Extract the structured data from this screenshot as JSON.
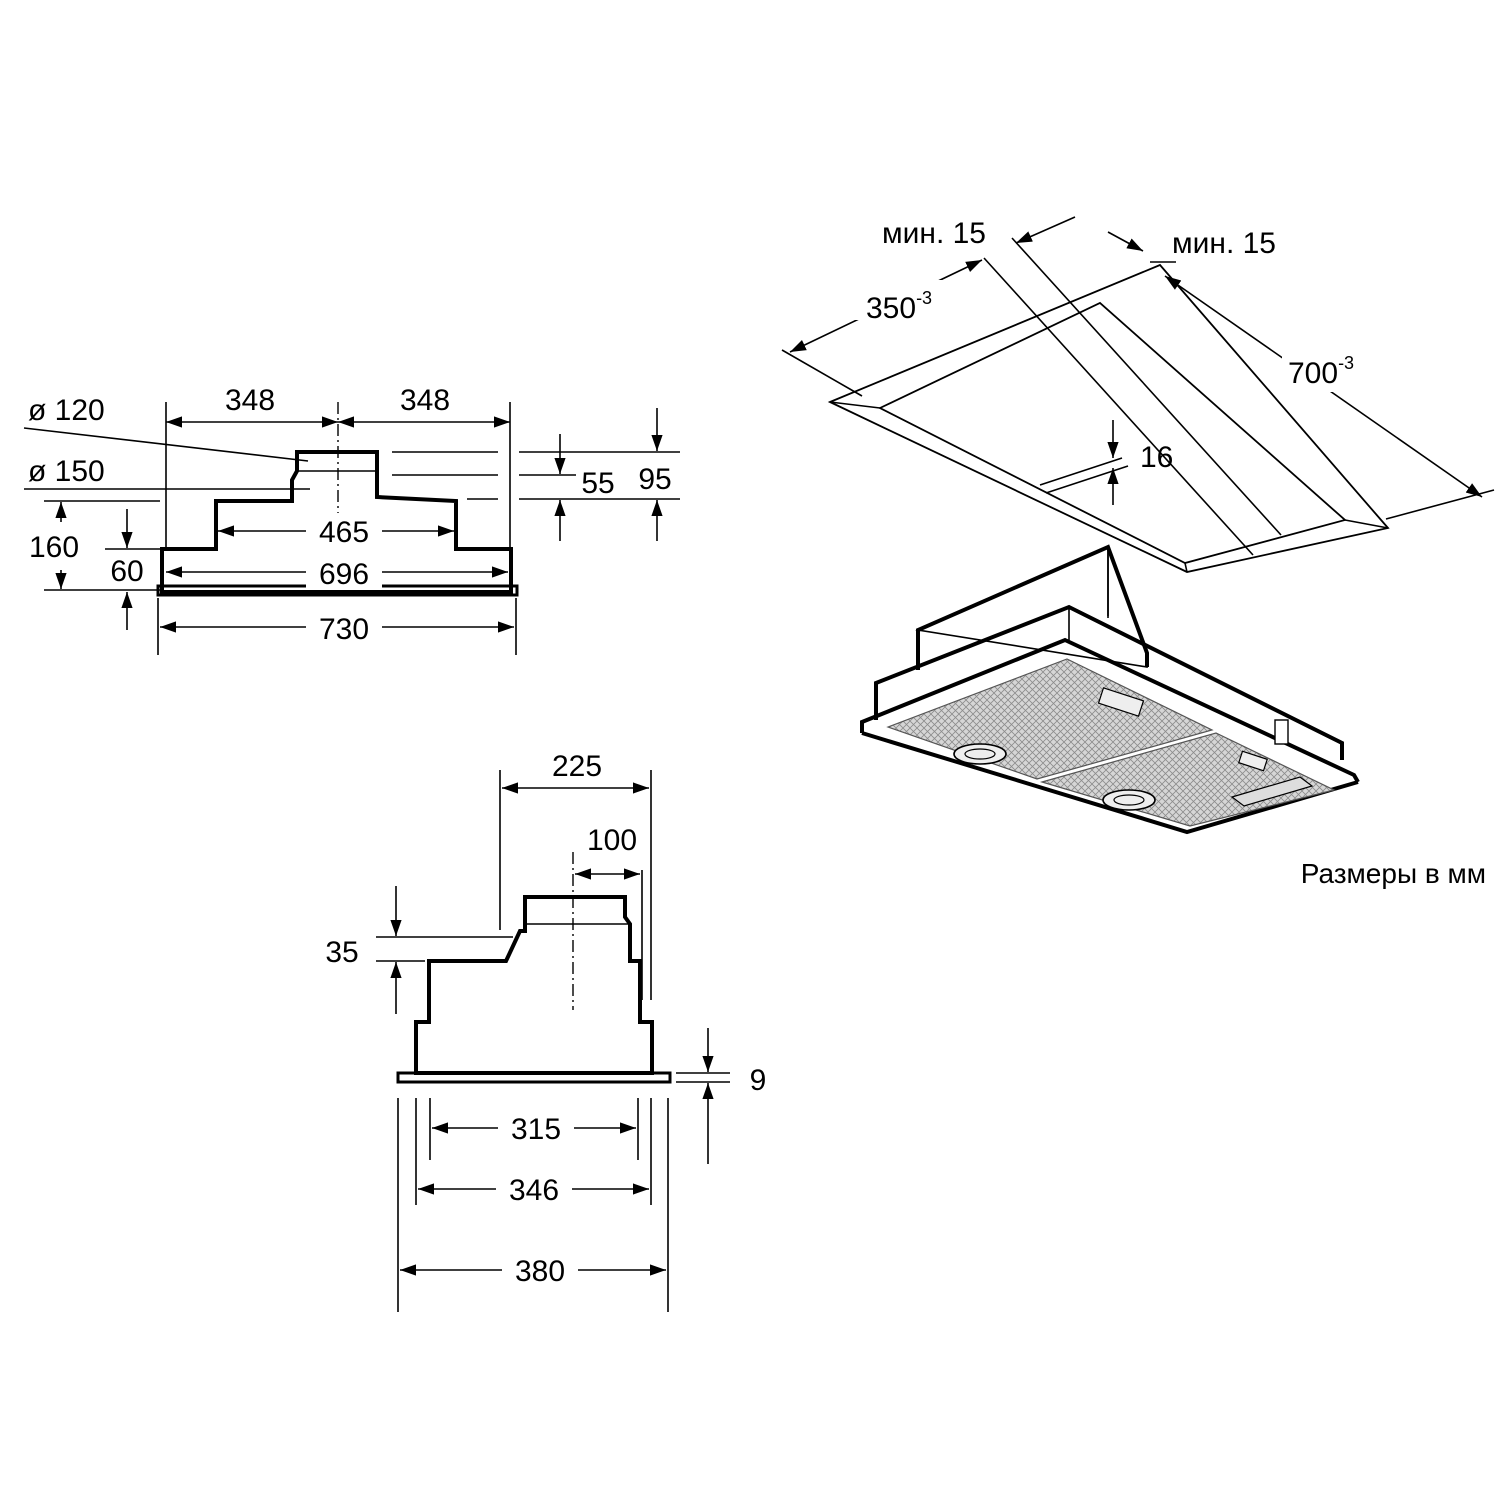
{
  "front_view": {
    "dim_left_half": "348",
    "dim_right_half": "348",
    "dia_outlet_inner": "ø 120",
    "dia_outlet_outer": "ø 150",
    "dim_motor_width": "465",
    "dim_body_width": "696",
    "dim_frame_width": "730",
    "dim_total_height": "160",
    "dim_body_height": "60",
    "dim_motor_height": "55",
    "dim_outlet_height": "95"
  },
  "side_view": {
    "dim_offset": "225",
    "dim_outlet_offset": "100",
    "dim_step_height": "35",
    "dim_frame_thickness": "9",
    "dim_motor_depth": "315",
    "dim_body_depth": "346",
    "dim_frame_depth": "380"
  },
  "isometric_view": {
    "min_gap_left": "мин. 15",
    "min_gap_right": "мин. 15",
    "cutout_depth": "350",
    "cutout_depth_tol": "-3",
    "cutout_width": "700",
    "cutout_width_tol": "-3",
    "ceiling_thickness": "16"
  },
  "units_caption": "Размеры в мм"
}
